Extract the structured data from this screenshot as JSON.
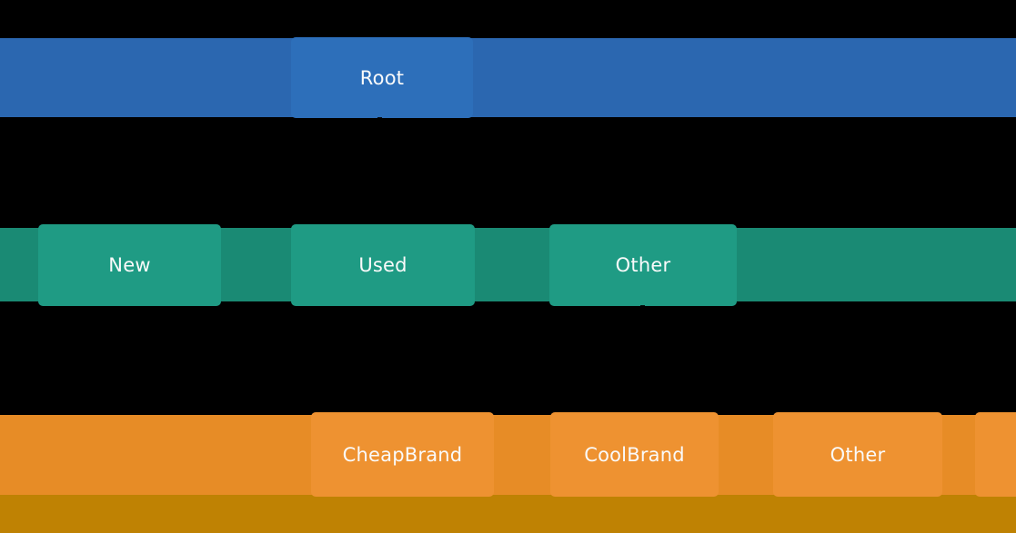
{
  "figure": {
    "background": "#000000",
    "text_color": "#fafafa",
    "footer_bar_color": "#bf8203",
    "levels": [
      {
        "name": "level-0",
        "bar_color": "#2b67b0",
        "node_color": "#2d6fba",
        "nodes": [
          {
            "label": "Root"
          }
        ]
      },
      {
        "name": "level-1",
        "bar_color": "#1a8a74",
        "node_color": "#1f9b84",
        "nodes": [
          {
            "label": "New"
          },
          {
            "label": "Used"
          },
          {
            "label": "Other"
          }
        ]
      },
      {
        "name": "level-2",
        "bar_color": "#e78c26",
        "node_color": "#ee9231",
        "nodes": [
          {
            "label": "CheapBrand"
          },
          {
            "label": "CoolBrand"
          },
          {
            "label": "Other"
          },
          {
            "label": ""
          }
        ]
      }
    ]
  }
}
